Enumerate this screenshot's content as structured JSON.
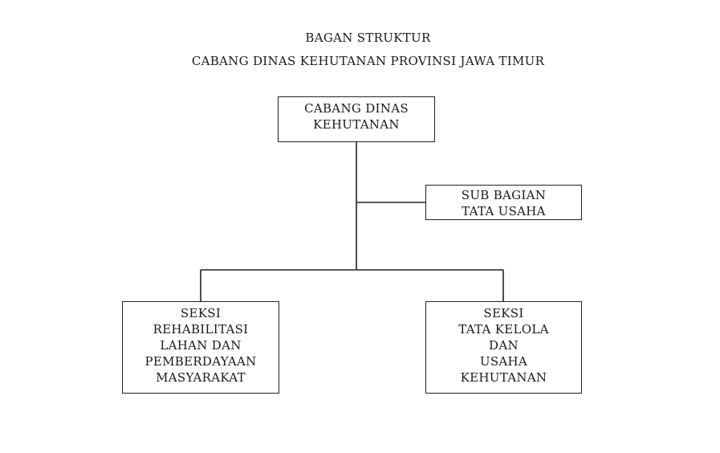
{
  "title": {
    "line1": "BAGAN STRUKTUR",
    "line2": "CABANG DINAS KEHUTANAN PROVINSI JAWA TIMUR"
  },
  "nodes": {
    "head": {
      "lines": [
        "CABANG DINAS",
        "KEHUTANAN"
      ]
    },
    "tata_usaha": {
      "lines": [
        "SUB BAGIAN",
        "TATA USAHA"
      ]
    },
    "seksi_rhl": {
      "lines": [
        "SEKSI",
        "REHABILITASI",
        "LAHAN DAN",
        "PEMBERDAYAAN",
        "MASYARAKAT"
      ]
    },
    "seksi_tku": {
      "lines": [
        "SEKSI",
        "TATA KELOLA",
        "DAN",
        "USAHA",
        "KEHUTANAN"
      ]
    }
  },
  "colors": {
    "line": "#222222",
    "text": "#1a1a1a",
    "background": "#ffffff"
  }
}
